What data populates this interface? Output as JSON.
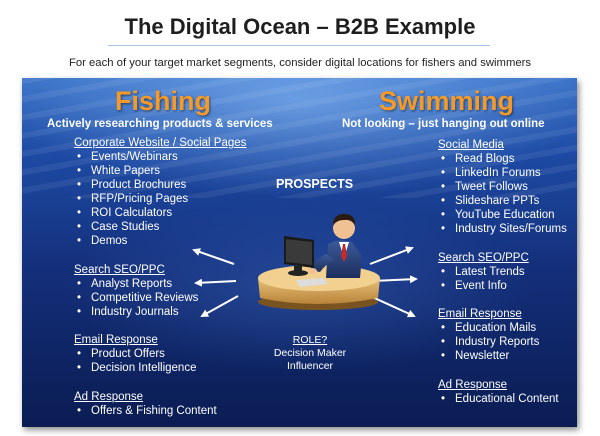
{
  "title": "The Digital Ocean – B2B Example",
  "subtitle": "For each of your target market segments, consider digital locations for fishers and swimmers",
  "fishing": {
    "heading": "Fishing",
    "tagline": "Actively researching products & services",
    "groups": [
      {
        "heading": "Corporate Website / Social Pages",
        "items": [
          "Events/Webinars",
          "White Papers",
          "Product Brochures",
          "RFP/Pricing Pages",
          "ROI Calculators",
          "Case Studies",
          "Demos"
        ]
      },
      {
        "heading": "Search SEO/PPC",
        "items": [
          "Analyst Reports",
          "Competitive Reviews",
          "Industry Journals"
        ]
      },
      {
        "heading": "Email Response",
        "items": [
          "Product Offers",
          "Decision Intelligence"
        ]
      },
      {
        "heading": "Ad Response",
        "items": [
          "Offers & Fishing Content"
        ]
      }
    ]
  },
  "swimming": {
    "heading": "Swimming",
    "tagline": "Not looking – just hanging out online",
    "groups": [
      {
        "heading": "Social Media",
        "items": [
          "Read Blogs",
          "LinkedIn Forums",
          "Tweet Follows",
          "Slideshare PPTs",
          "YouTube Education",
          "Industry Sites/Forums"
        ]
      },
      {
        "heading": "Search SEO/PPC",
        "items": [
          "Latest Trends",
          "Event Info"
        ]
      },
      {
        "heading": "Email Response",
        "items": [
          "Education Mails",
          "Industry Reports",
          "Newsletter"
        ]
      },
      {
        "heading": "Ad Response",
        "items": [
          "Educational Content"
        ]
      }
    ]
  },
  "center": {
    "prospects": "PROSPECTS",
    "role_label": "ROLE?",
    "roles": [
      "Decision Maker",
      "Influencer"
    ]
  },
  "colors": {
    "heading_orange": "#f39a2b",
    "ocean_deep": "#0a1c52",
    "ocean_light": "#3b73c8"
  },
  "icons": [
    "businessman-at-computer-illustration",
    "arrow-icon"
  ]
}
